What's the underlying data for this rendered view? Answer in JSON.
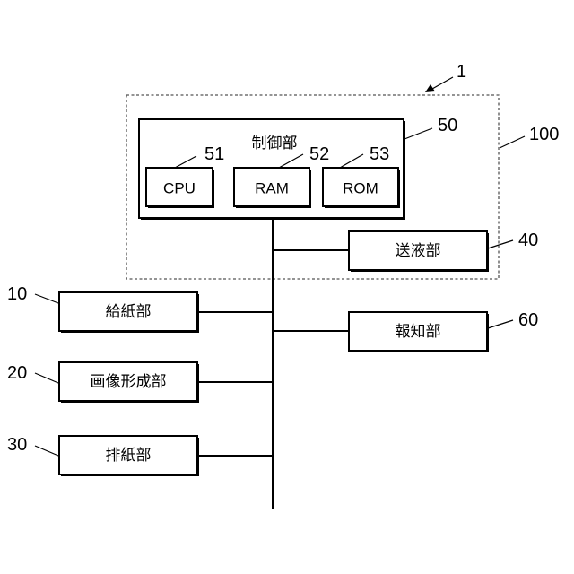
{
  "diagram": {
    "type": "block-diagram",
    "system_ref": "1",
    "enclosure": {
      "ref": "100"
    },
    "controller": {
      "label": "制御部",
      "ref": "50",
      "components": [
        {
          "label": "CPU",
          "ref": "51"
        },
        {
          "label": "RAM",
          "ref": "52"
        },
        {
          "label": "ROM",
          "ref": "53"
        }
      ]
    },
    "units": {
      "liquid_feed": {
        "label": "送液部",
        "ref": "40"
      },
      "paper_feed": {
        "label": "給紙部",
        "ref": "10"
      },
      "notification": {
        "label": "報知部",
        "ref": "60"
      },
      "image_forming": {
        "label": "画像形成部",
        "ref": "20"
      },
      "paper_discharge": {
        "label": "排紙部",
        "ref": "30"
      }
    },
    "connections": [
      [
        "制御部",
        "送液部"
      ],
      [
        "制御部",
        "給紙部"
      ],
      [
        "制御部",
        "報知部"
      ],
      [
        "制御部",
        "画像形成部"
      ],
      [
        "制御部",
        "排紙部"
      ]
    ]
  }
}
